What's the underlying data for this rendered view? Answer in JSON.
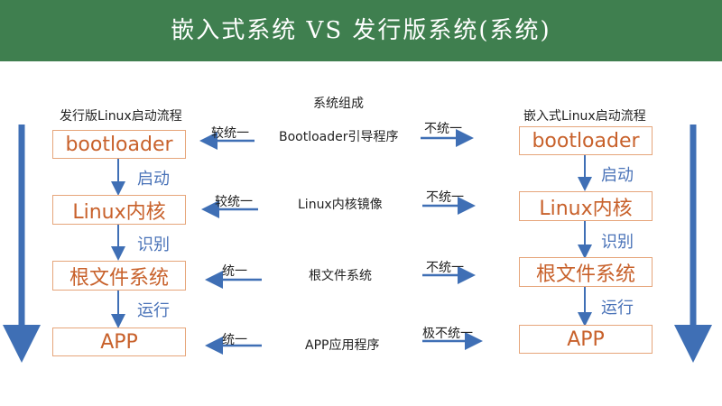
{
  "title": "嵌入式系统 VS 发行版系统(系统)",
  "left": {
    "heading": "发行版Linux启动流程",
    "boxes": [
      "bootloader",
      "Linux内核",
      "根文件系统",
      "APP"
    ],
    "steps": [
      "启动",
      "识别",
      "运行"
    ]
  },
  "right": {
    "heading": "嵌入式Linux启动流程",
    "boxes": [
      "bootloader",
      "Linux内核",
      "根文件系统",
      "APP"
    ],
    "steps": [
      "启动",
      "识别",
      "运行"
    ]
  },
  "center": {
    "heading": "系统组成",
    "rows": [
      "Bootloader引导程序",
      "Linux内核镜像",
      "根文件系统",
      "APP应用程序"
    ]
  },
  "compare_left": [
    "较统一",
    "较统一",
    "统一",
    "统一"
  ],
  "compare_right": [
    "不统一",
    "不统一",
    "不统一",
    "极不统一"
  ],
  "colors": {
    "header_bg": "#3f7f4f",
    "box_border": "#e6a57a",
    "box_text": "#c8612b",
    "arrow_blue": "#3f6fb5"
  }
}
